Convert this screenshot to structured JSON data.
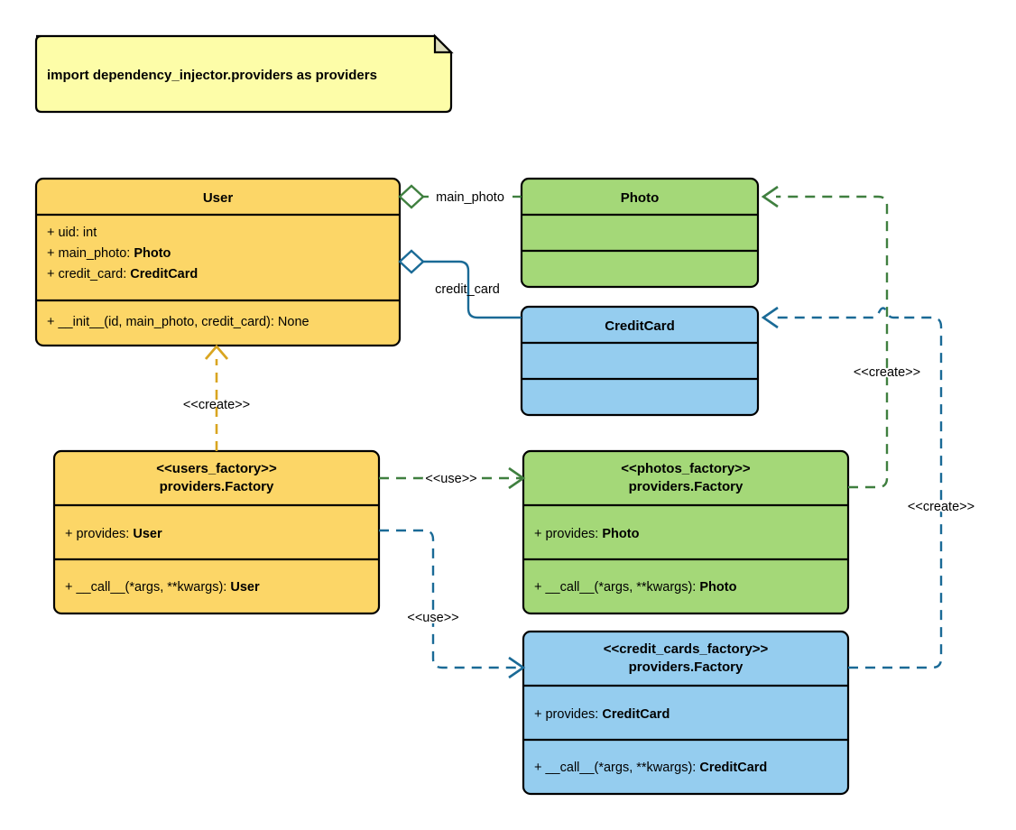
{
  "diagram": {
    "title": "Dependency Injector factories UML class diagram",
    "colors": {
      "yellow": "#FCD667",
      "green": "#A4D878",
      "blue": "#95CDEF",
      "note": "#FDFDA8",
      "edge_green": "#3F7F3F",
      "edge_blue": "#1A6A96",
      "edge_amber": "#D9A520",
      "outline": "#000000"
    }
  },
  "note": {
    "text": "import dependency_injector.providers as providers"
  },
  "classes": {
    "user": {
      "name": "User",
      "attributes": [
        {
          "prefix": "+ uid: ",
          "type": "int",
          "type_bold": false
        },
        {
          "prefix": "+ main_photo: ",
          "type": "Photo",
          "type_bold": true
        },
        {
          "prefix": "+ credit_card: ",
          "type": "CreditCard",
          "type_bold": true
        }
      ],
      "methods": [
        {
          "prefix": "+ __init__(id, main_photo, credit_card): ",
          "type": "None",
          "type_bold": false
        }
      ]
    },
    "photo": {
      "name": "Photo",
      "attributes": [],
      "methods": []
    },
    "credit_card": {
      "name": "CreditCard",
      "attributes": [],
      "methods": []
    },
    "users_factory": {
      "stereotype": "<<users_factory>>",
      "name": "providers.Factory",
      "attributes": [
        {
          "prefix": "+ provides: ",
          "type": "User",
          "type_bold": true
        }
      ],
      "methods": [
        {
          "prefix": "+ __call__(*args, **kwargs): ",
          "type": "User",
          "type_bold": true
        }
      ]
    },
    "photos_factory": {
      "stereotype": "<<photos_factory>>",
      "name": "providers.Factory",
      "attributes": [
        {
          "prefix": "+ provides: ",
          "type": "Photo",
          "type_bold": true
        }
      ],
      "methods": [
        {
          "prefix": "+ __call__(*args, **kwargs): ",
          "type": "Photo",
          "type_bold": true
        }
      ]
    },
    "credit_cards_factory": {
      "stereotype": "<<credit_cards_factory>>",
      "name": "providers.Factory",
      "attributes": [
        {
          "prefix": "+ provides: ",
          "type": "CreditCard",
          "type_bold": true
        }
      ],
      "methods": [
        {
          "prefix": "+ __call__(*args, **kwargs): ",
          "type": "CreditCard",
          "type_bold": true
        }
      ]
    }
  },
  "edges": {
    "user_main_photo": {
      "label": "main_photo",
      "kind": "aggregation",
      "color": "#3F7F3F"
    },
    "user_credit_card": {
      "label": "credit_card",
      "kind": "aggregation",
      "color": "#1A6A96"
    },
    "users_factory_creates_user": {
      "label": "<<create>>",
      "kind": "dashed-arrow",
      "color": "#D9A520"
    },
    "users_factory_uses_photos_factory": {
      "label": "<<use>>",
      "kind": "dashed-arrow",
      "color": "#3F7F3F"
    },
    "users_factory_uses_credit_cards_factory": {
      "label": "<<use>>",
      "kind": "dashed-arrow",
      "color": "#1A6A96"
    },
    "photos_factory_creates_photo": {
      "label": "<<create>>",
      "kind": "dashed-arrow",
      "color": "#3F7F3F"
    },
    "credit_cards_factory_creates_credit_card": {
      "label": "<<create>>",
      "kind": "dashed-arrow",
      "color": "#1A6A96"
    }
  }
}
